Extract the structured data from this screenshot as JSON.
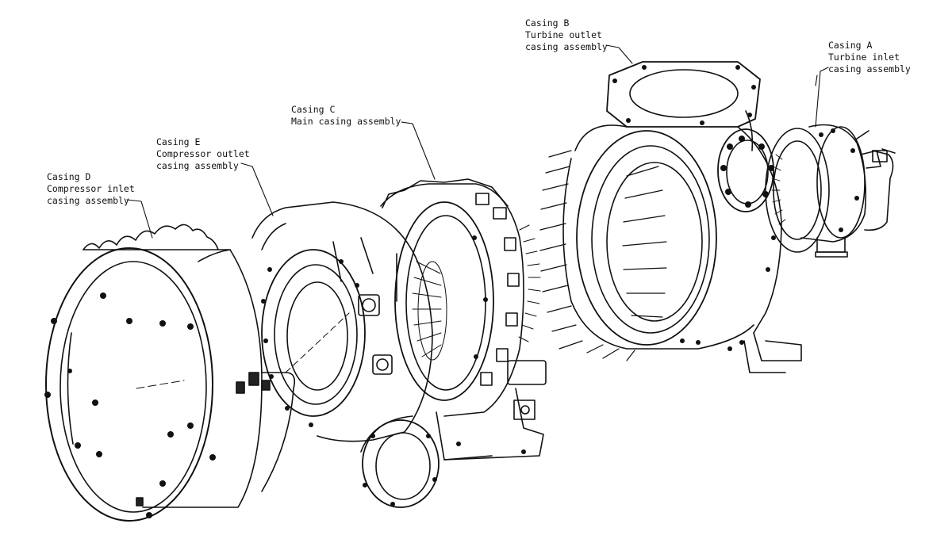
{
  "diagram": {
    "callouts": [
      {
        "id": "casing-a",
        "lines": [
          "Casing A",
          "Turbine inlet",
          "casing assembly"
        ]
      },
      {
        "id": "casing-b",
        "lines": [
          "Casing B",
          "Turbine outlet",
          "casing assembly"
        ]
      },
      {
        "id": "casing-c",
        "lines": [
          "Casing C",
          "Main casing assembly"
        ]
      },
      {
        "id": "casing-d",
        "lines": [
          "Casing D",
          "Compressor inlet",
          "casing assembly"
        ]
      },
      {
        "id": "casing-e",
        "lines": [
          "Casing E",
          "Compressor outlet",
          "casing assembly"
        ]
      }
    ]
  }
}
